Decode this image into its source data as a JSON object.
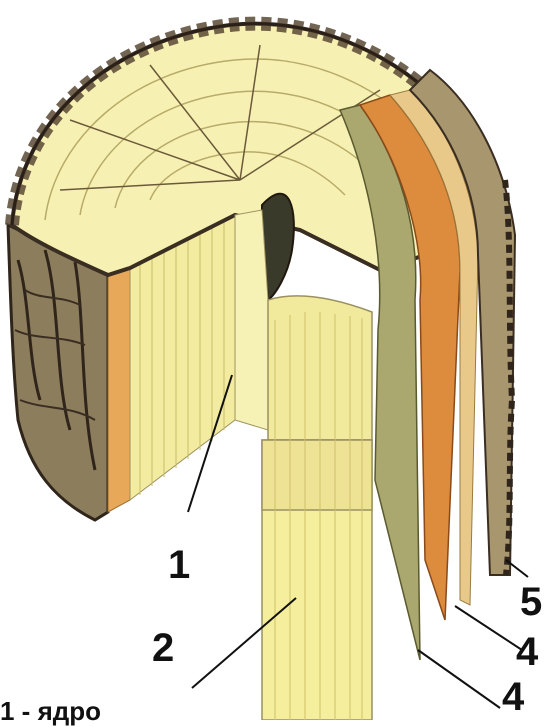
{
  "diagram": {
    "labels": {
      "l1": "1",
      "l2": "2",
      "l3": "4",
      "l4": "4",
      "l5": "5"
    },
    "caption": "1 - ядро",
    "colors": {
      "heartwood": "#f6f0a8",
      "sapwood": "#e8d878",
      "cambium_green": "#a8a868",
      "bast_orange": "#d98a3a",
      "bark_outer": "#8a7a5a",
      "bark_dark": "#3a2e22"
    }
  }
}
